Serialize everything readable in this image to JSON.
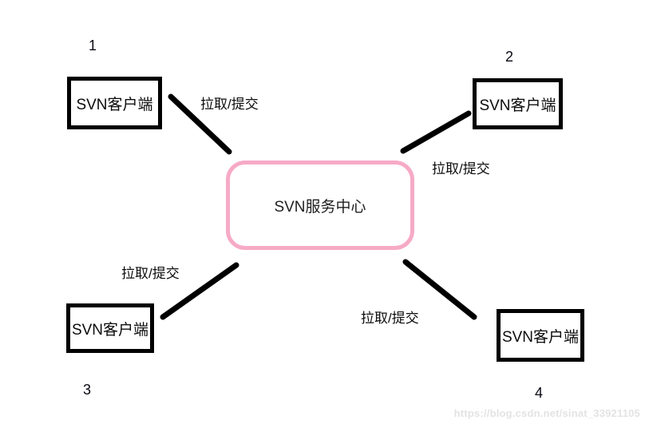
{
  "diagram": {
    "center": {
      "label": "SVN服务中心"
    },
    "clients": [
      {
        "number": "1",
        "label": "SVN客户端"
      },
      {
        "number": "2",
        "label": "SVN客户端"
      },
      {
        "number": "3",
        "label": "SVN客户端"
      },
      {
        "number": "4",
        "label": "SVN客户端"
      }
    ],
    "edges": [
      {
        "label": "拉取/提交"
      },
      {
        "label": "拉取/提交"
      },
      {
        "label": "拉取/提交"
      },
      {
        "label": "拉取/提交"
      }
    ]
  },
  "watermark": {
    "text": "https://blog.csdn.net/sinat_33921105"
  },
  "colors": {
    "center_border": "#f6aac6",
    "box_border": "#000000",
    "line": "#000000",
    "watermark": "#e3e3e3"
  }
}
